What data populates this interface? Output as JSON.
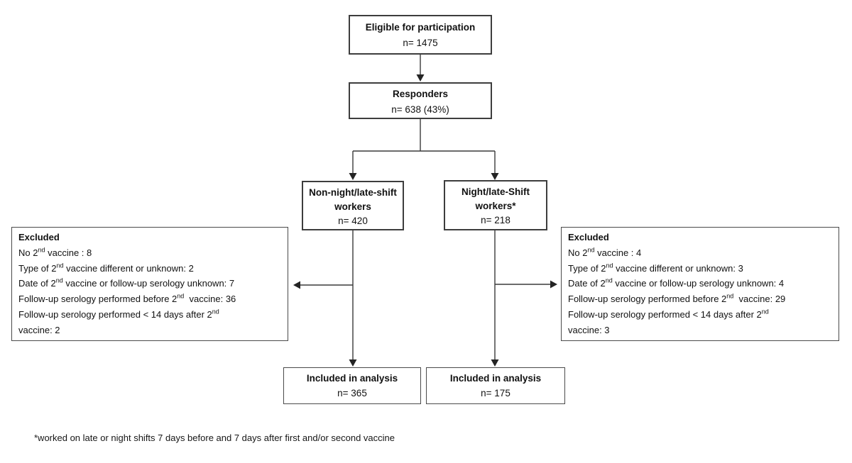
{
  "nodes": {
    "eligible": {
      "title": "Eligible for participation",
      "n": "n= 1475"
    },
    "responders": {
      "title": "Responders",
      "n": "n= 638 (43%)"
    },
    "non_night_shift": {
      "title": "Non-night/late-shift workers",
      "n": "n= 420"
    },
    "night_shift": {
      "title": "Night/late-Shift workers*",
      "n": "n= 218"
    },
    "excluded_left": {
      "title": "Excluded",
      "lines": [
        {
          "pre": "No 2",
          "sup": "nd",
          "post": " vaccine : 8"
        },
        {
          "pre": "Type of 2",
          "sup": "nd",
          "post": " vaccine different or unknown: 2"
        },
        {
          "pre": "Date of 2",
          "sup": "nd",
          "post": " vaccine or follow-up serology unknown: 7"
        },
        {
          "pre": "Follow-up serology performed before 2",
          "sup": "nd",
          "post": "  vaccine: 36"
        },
        {
          "pre": "Follow-up serology performed < 14 days after 2",
          "sup": "nd",
          "post": ""
        },
        {
          "pre": "vaccine: 2",
          "sup": "",
          "post": ""
        }
      ]
    },
    "excluded_right": {
      "title": "Excluded",
      "lines": [
        {
          "pre": "No 2",
          "sup": "nd",
          "post": " vaccine : 4"
        },
        {
          "pre": "Type of 2",
          "sup": "nd",
          "post": " vaccine different or unknown: 3"
        },
        {
          "pre": "Date of 2",
          "sup": "nd",
          "post": " vaccine or follow-up serology unknown: 4"
        },
        {
          "pre": "Follow-up serology performed before 2",
          "sup": "nd",
          "post": "  vaccine: 29"
        },
        {
          "pre": "Follow-up serology performed < 14 days after 2",
          "sup": "nd",
          "post": ""
        },
        {
          "pre": "vaccine: 3",
          "sup": "",
          "post": ""
        }
      ]
    },
    "included_left": {
      "title": "Included in analysis",
      "n": "n= 365"
    },
    "included_right": {
      "title": "Included in analysis",
      "n": "n= 175"
    }
  },
  "footnote": "*worked on late or night shifts 7 days before and 7 days after first and/or second vaccine",
  "colors": {
    "line": "#3a3a3a",
    "border": "#3d3d3d",
    "text": "#111111",
    "background": "#ffffff"
  }
}
